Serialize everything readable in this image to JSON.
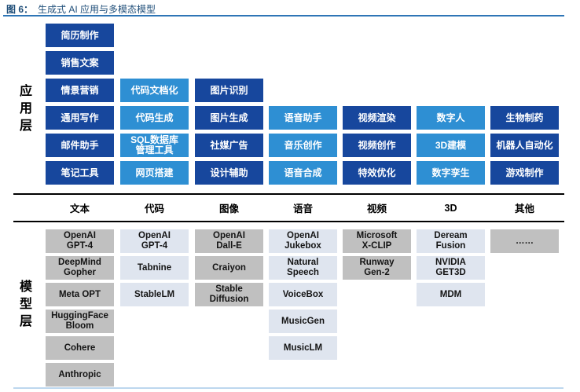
{
  "title": {
    "prefix": "图 6：",
    "text": "生成式 AI 应用与多模态模型"
  },
  "layers": {
    "application_label": "应用层",
    "model_label": "模型层"
  },
  "categories": [
    "文本",
    "代码",
    "图像",
    "语音",
    "视频",
    "3D",
    "其他"
  ],
  "app_columns": [
    {
      "category": "文本",
      "items": [
        "简历制作",
        "销售文案",
        "情景营销",
        "通用写作",
        "邮件助手",
        "笔记工具"
      ]
    },
    {
      "category": "代码",
      "items": [
        "代码文档化",
        "代码生成",
        "SQL数据库\n管理工具",
        "网页搭建"
      ]
    },
    {
      "category": "图像",
      "items": [
        "图片识别",
        "图片生成",
        "社媒广告",
        "设计辅助"
      ]
    },
    {
      "category": "语音",
      "items": [
        "语音助手",
        "音乐创作",
        "语音合成"
      ]
    },
    {
      "category": "视频",
      "items": [
        "视频渲染",
        "视频创作",
        "特效优化"
      ]
    },
    {
      "category": "3D",
      "items": [
        "数字人",
        "3D建模",
        "数字孪生"
      ]
    },
    {
      "category": "其他",
      "items": [
        "生物制药",
        "机器人自动化",
        "游戏制作"
      ]
    }
  ],
  "model_columns": [
    {
      "category": "文本",
      "items": [
        "OpenAI\nGPT-4",
        "DeepMind\nGopher",
        "Meta OPT",
        "HuggingFace\nBloom",
        "Cohere",
        "Anthropic"
      ]
    },
    {
      "category": "代码",
      "items": [
        "OpenAI\nGPT-4",
        "Tabnine",
        "StableLM"
      ]
    },
    {
      "category": "图像",
      "items": [
        "OpenAI\nDall-E",
        "Craiyon",
        "Stable\nDiffusion"
      ]
    },
    {
      "category": "语音",
      "items": [
        "OpenAI\nJukebox",
        "Natural\nSpeech",
        "VoiceBox",
        "MusicGen",
        "MusicLM"
      ]
    },
    {
      "category": "视频",
      "items": [
        "Microsoft\nX-CLIP",
        "Runway\nGen-2"
      ]
    },
    {
      "category": "3D",
      "items": [
        "Deream\nFusion",
        "NVIDIA\nGET3D",
        "MDM"
      ]
    },
    {
      "category": "其他",
      "items": [
        "……"
      ]
    }
  ],
  "colors": {
    "title_text": "#1F4E79",
    "title_rule": "#2E75B6",
    "app_dark_blue": "#17479D",
    "app_light_blue": "#2E8FD3",
    "model_gray": "#C0C0C0",
    "model_pale_blue": "#DFE5EF",
    "divider_black": "#000000",
    "bottom_rule": "#BDD7EE"
  }
}
